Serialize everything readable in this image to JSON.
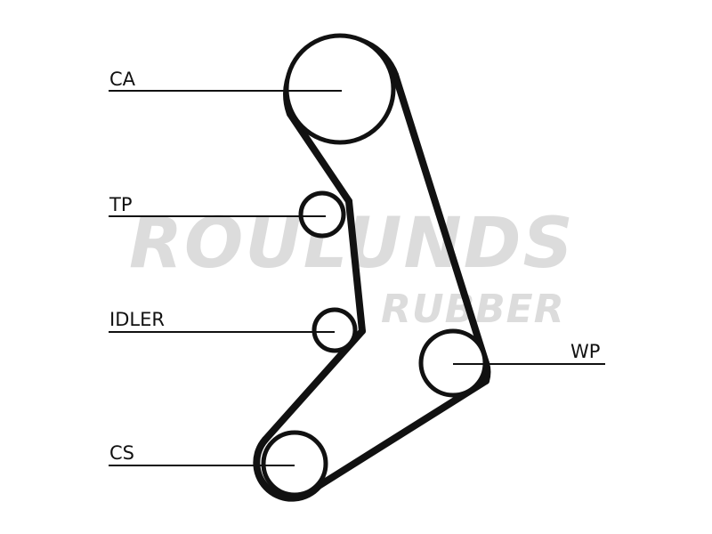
{
  "watermark": {
    "main": "ROULUNDS",
    "sub": "RUBBER"
  },
  "labels": {
    "ca": "CA",
    "tp": "TP",
    "idler": "IDLER",
    "cs": "CS",
    "wp": "WP"
  },
  "colors": {
    "belt": "#111111",
    "watermark": "#dcdcdc",
    "background": "#ffffff"
  }
}
